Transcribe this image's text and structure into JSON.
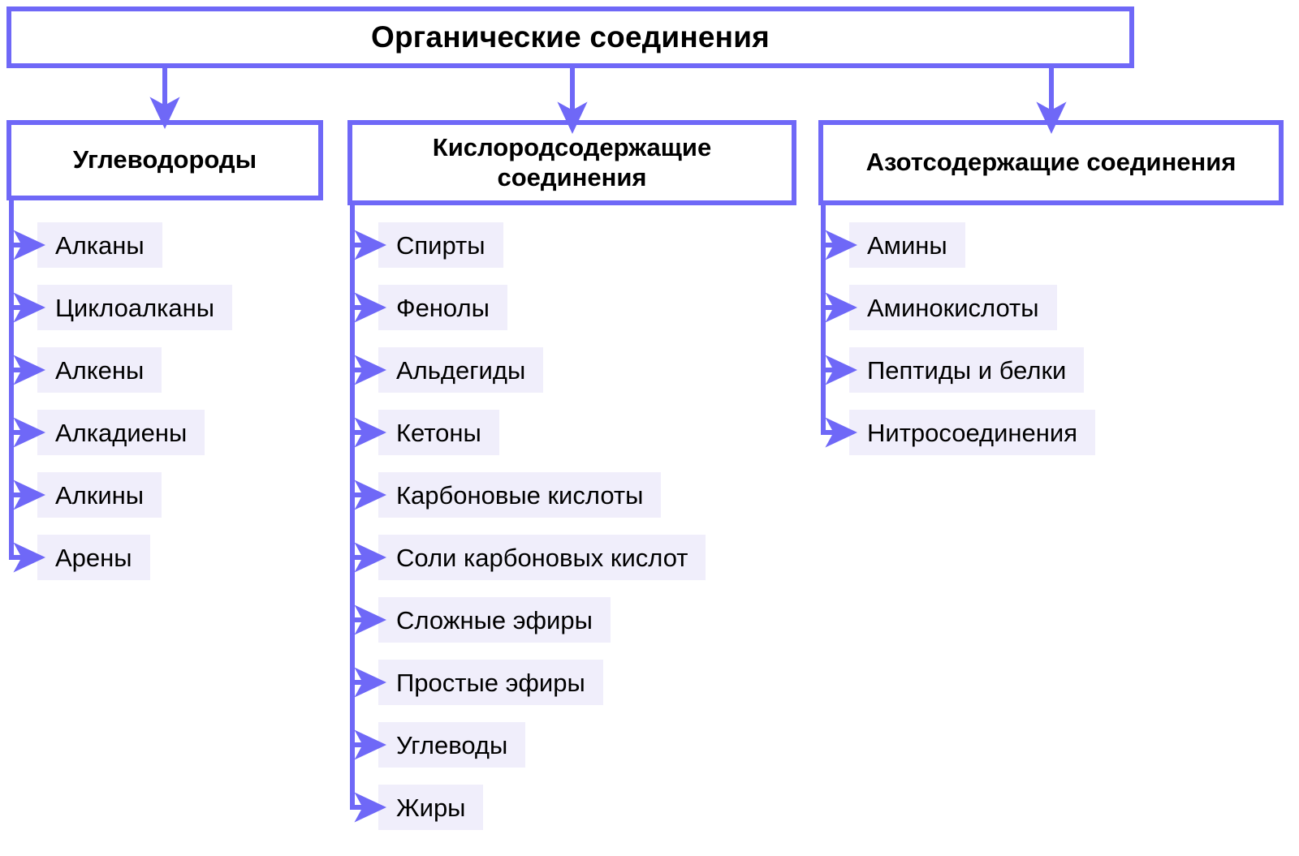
{
  "colors": {
    "accent": "#6f68f7",
    "chip_fill": "#f0eefb",
    "text": "#000000",
    "background": "#ffffff"
  },
  "root": {
    "title": "Органические соединения"
  },
  "categories": [
    {
      "id": "hydrocarbons",
      "title": "Углеводороды",
      "items": [
        {
          "label": "Алканы"
        },
        {
          "label": "Циклоалканы"
        },
        {
          "label": "Алкены"
        },
        {
          "label": "Алкадиены"
        },
        {
          "label": "Алкины"
        },
        {
          "label": "Арены"
        }
      ]
    },
    {
      "id": "oxygen-containing",
      "title": "Кислородсодержащие соединения",
      "items": [
        {
          "label": "Спирты"
        },
        {
          "label": "Фенолы"
        },
        {
          "label": "Альдегиды"
        },
        {
          "label": "Кетоны"
        },
        {
          "label": "Карбоновые кислоты"
        },
        {
          "label": "Соли карбоновых кислот"
        },
        {
          "label": "Сложные эфиры"
        },
        {
          "label": "Простые эфиры"
        },
        {
          "label": "Углеводы"
        },
        {
          "label": "Жиры"
        }
      ]
    },
    {
      "id": "nitrogen-containing",
      "title": "Азотсодержащие соединения",
      "items": [
        {
          "label": "Амины"
        },
        {
          "label": "Аминокислоты"
        },
        {
          "label": "Пептиды и белки"
        },
        {
          "label": "Нитросоединения"
        }
      ]
    }
  ]
}
